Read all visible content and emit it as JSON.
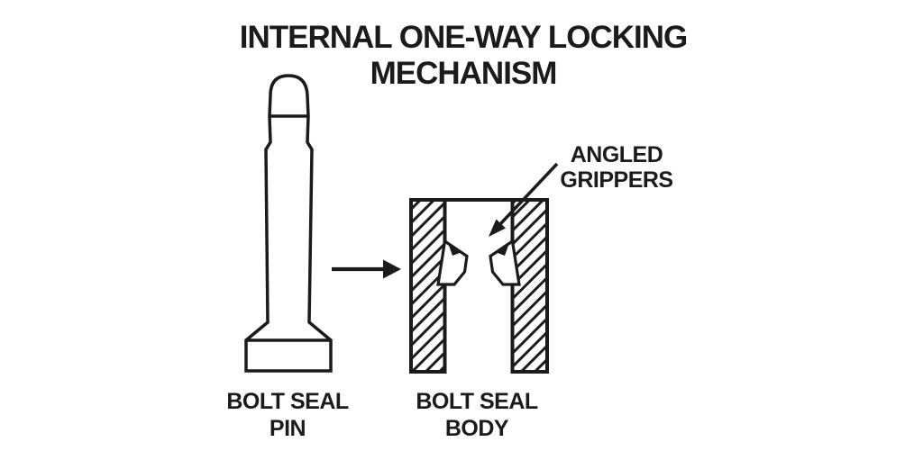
{
  "title": {
    "line1": "INTERNAL ONE-WAY LOCKING",
    "line2": "MECHANISM"
  },
  "labels": {
    "pin": {
      "line1": "BOLT SEAL",
      "line2": "PIN"
    },
    "body": {
      "line1": "BOLT SEAL",
      "line2": "BODY"
    },
    "grippers": {
      "line1": "ANGLED",
      "line2": "GRIPPERS"
    }
  },
  "icons": {
    "insertion_arrow": "right-arrow",
    "callout_arrow": "down-left-arrow"
  },
  "colors": {
    "ink": "#1b1b1b",
    "background": "#ffffff",
    "fill": "#ffffff"
  }
}
